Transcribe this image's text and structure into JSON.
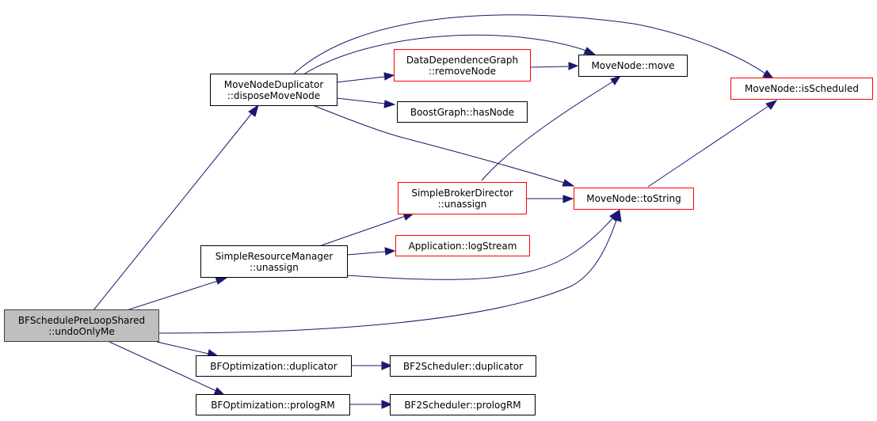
{
  "colors": {
    "edge": "#191970",
    "root_fill": "#bfbfbf",
    "node_border": "#000000",
    "truncated_border": "#ff0000"
  },
  "nodes": {
    "root": {
      "line1": "BFSchedulePreLoopShared",
      "line2": "::undoOnlyMe"
    },
    "mnd_dispose": {
      "line1": "MoveNodeDuplicator",
      "line2": "::disposeMoveNode"
    },
    "srm_unassign": {
      "line1": "SimpleResourceManager",
      "line2": "::unassign"
    },
    "bfo_duplicator": {
      "line1": "BFOptimization::duplicator"
    },
    "bfo_prologrm": {
      "line1": "BFOptimization::prologRM"
    },
    "ddg_remove": {
      "line1": "DataDependenceGraph",
      "line2": "::removeNode"
    },
    "bg_hasnode": {
      "line1": "BoostGraph::hasNode"
    },
    "sbd_unassign": {
      "line1": "SimpleBrokerDirector",
      "line2": "::unassign"
    },
    "app_logstream": {
      "line1": "Application::logStream"
    },
    "bf2_duplicator": {
      "line1": "BF2Scheduler::duplicator"
    },
    "bf2_prologrm": {
      "line1": "BF2Scheduler::prologRM"
    },
    "mn_move": {
      "line1": "MoveNode::move"
    },
    "mn_tostring": {
      "line1": "MoveNode::toString"
    },
    "mn_isscheduled": {
      "line1": "MoveNode::isScheduled"
    }
  },
  "edges": [
    [
      "root",
      "mnd_dispose"
    ],
    [
      "root",
      "srm_unassign"
    ],
    [
      "root",
      "mn_tostring"
    ],
    [
      "root",
      "bfo_duplicator"
    ],
    [
      "root",
      "bfo_prologrm"
    ],
    [
      "mnd_dispose",
      "ddg_remove"
    ],
    [
      "mnd_dispose",
      "bg_hasnode"
    ],
    [
      "mnd_dispose",
      "mn_move"
    ],
    [
      "mnd_dispose",
      "mn_isscheduled"
    ],
    [
      "mnd_dispose",
      "mn_tostring"
    ],
    [
      "srm_unassign",
      "sbd_unassign"
    ],
    [
      "srm_unassign",
      "app_logstream"
    ],
    [
      "srm_unassign",
      "mn_tostring"
    ],
    [
      "ddg_remove",
      "mn_move"
    ],
    [
      "sbd_unassign",
      "mn_move"
    ],
    [
      "sbd_unassign",
      "mn_tostring"
    ],
    [
      "mn_tostring",
      "mn_isscheduled"
    ],
    [
      "bfo_duplicator",
      "bf2_duplicator"
    ],
    [
      "bfo_prologrm",
      "bf2_prologrm"
    ]
  ]
}
